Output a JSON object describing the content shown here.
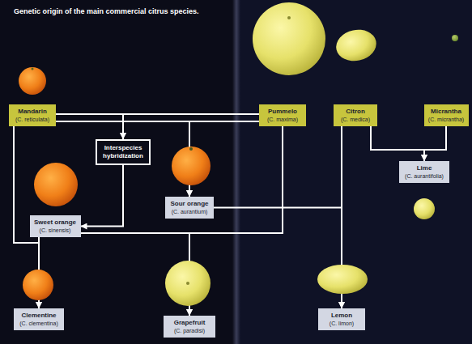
{
  "diagram": {
    "title": "Genetic origin of the main commercial citrus species.",
    "nodes": [
      {
        "text": [
          "Mandarin",
          "(C. reticulata)"
        ]
      },
      {
        "text": [
          "Pummelo",
          "(C. maxima)"
        ]
      },
      {
        "text": [
          "Citron",
          "(C. medica)"
        ]
      },
      {
        "text": [
          "Micrantha",
          "(C. micrantha)"
        ]
      },
      {
        "text": [
          "Interspecies hybridization"
        ]
      },
      {
        "text": [
          "Lime",
          "(C. aurantifolia)"
        ]
      },
      {
        "text": [
          "Sour orange",
          "(C. aurantium)"
        ]
      },
      {
        "text": [
          "Sweet orange",
          "(C. sinensis)"
        ]
      },
      {
        "text": [
          "Clementine",
          "(C. clementina)"
        ]
      },
      {
        "text": [
          "Grapefruit",
          "(C. paradisi)"
        ]
      },
      {
        "text": [
          "Lemon",
          "(C. limon)"
        ]
      }
    ],
    "edges": [
      {
        "from": 0,
        "to": 4,
        "arrow": "to"
      },
      {
        "from": 1,
        "to": 4,
        "arrow": "to"
      },
      {
        "from": 0,
        "to": 6,
        "arrow": "to"
      },
      {
        "from": 1,
        "to": 6,
        "arrow": "to"
      },
      {
        "from": 4,
        "to": 7,
        "arrow": "to"
      },
      {
        "from": 0,
        "to": 8,
        "arrow": "to"
      },
      {
        "from": 7,
        "to": 8,
        "arrow": "to"
      },
      {
        "from": 7,
        "to": 9,
        "arrow": "to"
      },
      {
        "from": 1,
        "to": 9,
        "arrow": "to"
      },
      {
        "from": 6,
        "to": 10,
        "arrow": "to"
      },
      {
        "from": 2,
        "to": 10,
        "arrow": "to"
      },
      {
        "from": 2,
        "to": 5,
        "arrow": "to"
      },
      {
        "from": 3,
        "to": 5,
        "arrow": "to"
      }
    ]
  }
}
